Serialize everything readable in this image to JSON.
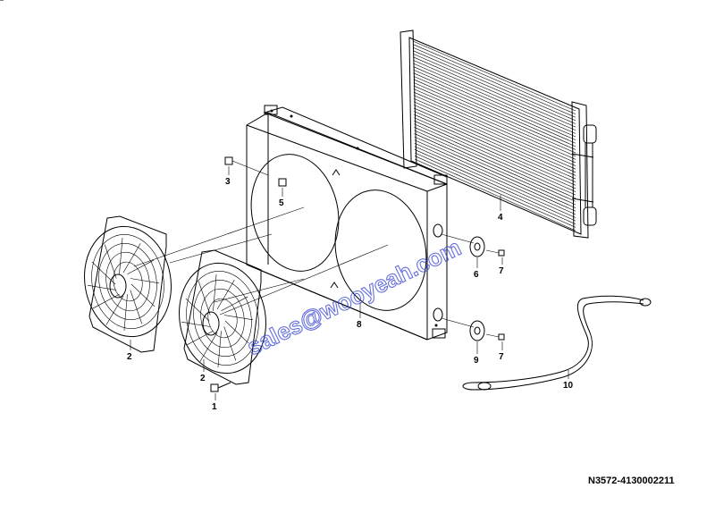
{
  "diagram": {
    "reference_code": "N3572-4130002211",
    "watermark": "sales@wooyeah.com",
    "callouts": [
      {
        "id": "c1",
        "text": "1"
      },
      {
        "id": "c2a",
        "text": "2"
      },
      {
        "id": "c2b",
        "text": "2"
      },
      {
        "id": "c3",
        "text": "3"
      },
      {
        "id": "c4",
        "text": "4"
      },
      {
        "id": "c5",
        "text": "5"
      },
      {
        "id": "c6",
        "text": "6"
      },
      {
        "id": "c7a",
        "text": "7"
      },
      {
        "id": "c7b",
        "text": "7"
      },
      {
        "id": "c8",
        "text": "8"
      },
      {
        "id": "c9",
        "text": "9"
      },
      {
        "id": "c10",
        "text": "10"
      }
    ]
  }
}
